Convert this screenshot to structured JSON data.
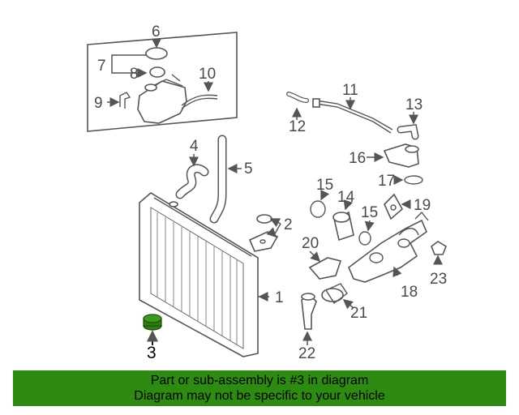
{
  "diagram": {
    "callouts": [
      "1",
      "2",
      "3",
      "4",
      "5",
      "6",
      "7",
      "8",
      "9",
      "10",
      "11",
      "12",
      "13",
      "14",
      "15",
      "15",
      "16",
      "17",
      "18",
      "19",
      "20",
      "21",
      "22",
      "23"
    ],
    "highlight_color": "#2e7d12"
  },
  "banner": {
    "line1": "Part or sub-assembly is #3 in diagram",
    "line2": "Diagram may not be specific to your vehicle",
    "color": "#2e8b11"
  }
}
